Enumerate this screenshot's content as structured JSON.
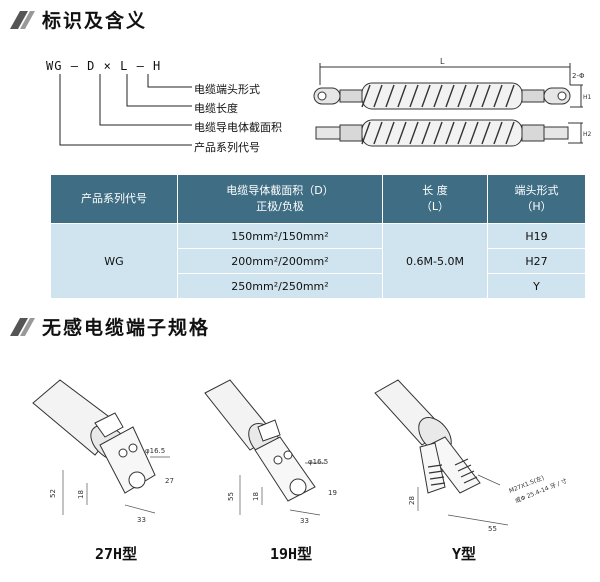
{
  "section1": {
    "title": "标识及含义"
  },
  "code": {
    "prefix": "WG",
    "d": "D",
    "l": "L",
    "h": "H"
  },
  "definitions": [
    "电缆端头形式",
    "电缆长度",
    "电缆导电体截面积",
    "产品系列代号"
  ],
  "cable_drawing": {
    "length_label": "L",
    "dim_top": "2-Φ",
    "h1": "H1",
    "h2": "H2"
  },
  "table": {
    "headers": [
      [
        "产品系列代号"
      ],
      [
        "电缆导体截面积（D）",
        "正极/负极"
      ],
      [
        "长 度",
        "（L）"
      ],
      [
        "端头形式",
        "（H）"
      ]
    ],
    "series": "WG",
    "rows": [
      {
        "area": "150mm²/150mm²",
        "head": "H19"
      },
      {
        "area": "200mm²/200mm²",
        "head": "H27"
      },
      {
        "area": "250mm²/250mm²",
        "head": "Y"
      }
    ],
    "length": "0.6M-5.0M"
  },
  "section2": {
    "title": "无感电缆端子规格"
  },
  "terminals": [
    {
      "label": "27H型",
      "dims": [
        "φ16.5",
        "52",
        "18",
        "27",
        "33"
      ]
    },
    {
      "label": "19H型",
      "dims": [
        "φ16.5",
        "55",
        "18",
        "19",
        "33"
      ]
    },
    {
      "label": "Y型",
      "dims": [
        "M27X1.5(左)",
        "或Φ 25.4-14 牙 / 寸",
        "28",
        "55"
      ]
    }
  ]
}
